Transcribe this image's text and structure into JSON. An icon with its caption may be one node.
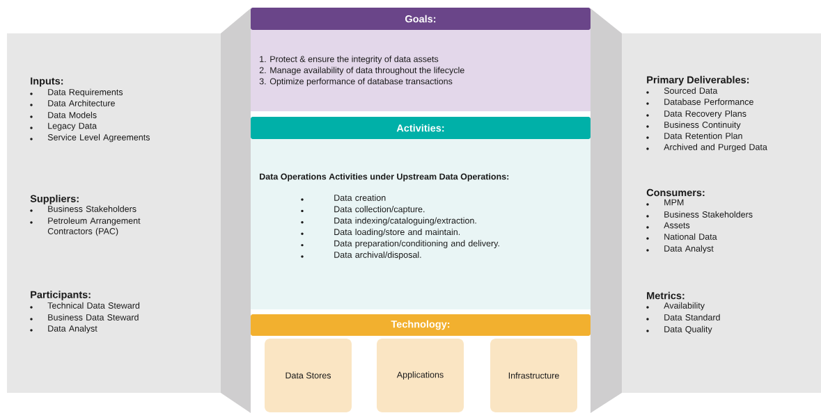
{
  "diagram": {
    "nodes": [
      {
        "text": [
          "Inputs:",
          "Data Requirements",
          "Data Architecture",
          "Data Models",
          "Legacy Data",
          "Service Level Agreements",
          "Suppliers:",
          "Business Stakeholders",
          "Petroleum Arrangement Contractors (PAC)",
          "Participants:",
          "Technical Data Steward",
          "Business Data Steward",
          "Data Analyst"
        ]
      },
      {
        "text": [
          "Goals:",
          "1. Protect & ensure the integrity of data assets",
          "2. Manage availability of data throughout the lifecycle",
          "3. Optimize performance of database transactions"
        ]
      },
      {
        "text": [
          "Activities:",
          "Data Operations Activities under Upstream Data Operations:",
          "Data creation",
          "Data collection/capture.",
          "Data indexing/cataloguing/extraction.",
          "Data loading/store and maintain.",
          "Data preparation/conditioning and delivery.",
          "Data archival/disposal."
        ]
      },
      {
        "text": [
          "Technology:"
        ]
      },
      {
        "text": [
          "Data Stores"
        ]
      },
      {
        "text": [
          "Applications"
        ]
      },
      {
        "text": [
          "Infrastructure"
        ]
      },
      {
        "text": [
          "Primary Deliverables:",
          "Sourced Data",
          "Database Performance",
          "Data Recovery Plans",
          "Business Continuity",
          "Data Retention Plan",
          "Archived and Purged Data",
          "Consumers:",
          "MPM",
          "Business Stakeholders",
          "Assets",
          "National Data",
          "Data Analyst",
          "Metrics:",
          "Availability",
          "Data Standard",
          "Data Quality"
        ]
      }
    ]
  }
}
